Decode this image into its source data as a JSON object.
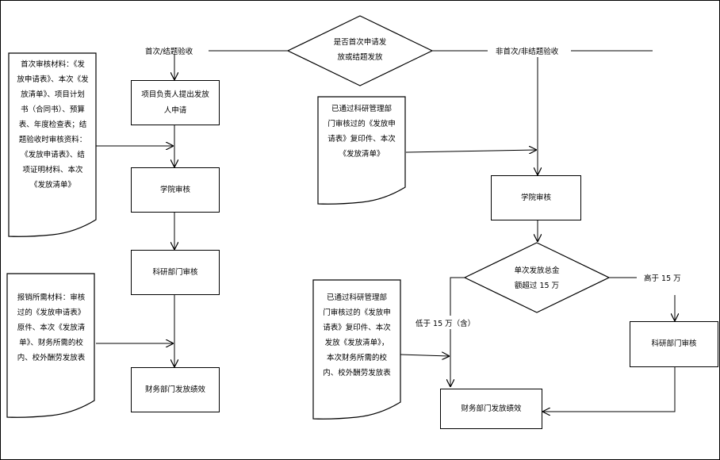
{
  "decision_main": {
    "line1": "是否首次申请发",
    "line2": "放或结题发放"
  },
  "left_branch_label": "首次/结题验收",
  "right_branch_label": "非首次/非结题验收",
  "left": {
    "apply_box": {
      "line1": "项目负责人提出发放",
      "line2": "人申请"
    },
    "college_box": "学院审核",
    "research_box": "科研部门审核",
    "finance_box": "财务部门发放绩效",
    "doc1": [
      "首次审核材料：《发",
      "放申请表》、本次《发",
      "放清单》、项目计划",
      "书（合同书）、预算",
      "表、年度检查表；结",
      "题验收时审核资料：",
      "《发放申请表》、结",
      "项证明材料、本次",
      "《发放清单》"
    ],
    "doc2": [
      "报销所需材料：审核",
      "过的《发放申请表》",
      "原件、本次《发放清",
      "单》、财务所需的校",
      "内、校外酬劳发放表"
    ]
  },
  "right": {
    "doc1": [
      "已通过科研管理部",
      "门审核过的《发放申",
      "请表》复印件、本次",
      "《发放清单》"
    ],
    "college_box": "学院审核",
    "decision2": {
      "line1": "单次发放总金",
      "line2": "额超过 15 万"
    },
    "high_label": "高于 15 万",
    "low_label": "低于 15 万（含）",
    "research_box": "科研部门审核",
    "doc2": [
      "已通过科研管理部",
      "门审核过的《发放申",
      "请表》复印件、本次",
      "发放《发放清单》，",
      "本次财务所需的校",
      "内、校外酬劳发放表"
    ],
    "finance_box": "财务部门发放绩效"
  }
}
